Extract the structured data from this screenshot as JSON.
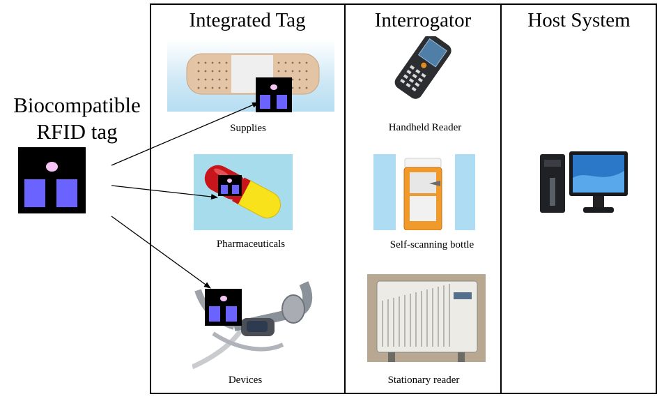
{
  "left": {
    "title_line1": "Biocompatible",
    "title_line2": "RFID tag"
  },
  "columns": [
    {
      "title": "Integrated Tag",
      "items": [
        "Supplies",
        "Pharmaceuticals",
        "Devices"
      ]
    },
    {
      "title": "Interrogator",
      "items": [
        "Handheld Reader",
        "Self-scanning bottle",
        "Stationary reader"
      ]
    },
    {
      "title": "Host System",
      "items": []
    }
  ],
  "colors": {
    "tag_body": "#000000",
    "tag_block": "#6b63ff",
    "tag_dot": "#f7c3f4",
    "bandage": "#e3c4a5",
    "capsule_red": "#c8141b",
    "capsule_yellow": "#f8e21c",
    "sky": "#a7dcec"
  },
  "icons": [
    "rfid-tag-icon",
    "bandage-image",
    "capsule-image",
    "medical-device-image",
    "handheld-reader-image",
    "pill-bottle-image",
    "stationary-reader-image",
    "desktop-computer-image"
  ]
}
